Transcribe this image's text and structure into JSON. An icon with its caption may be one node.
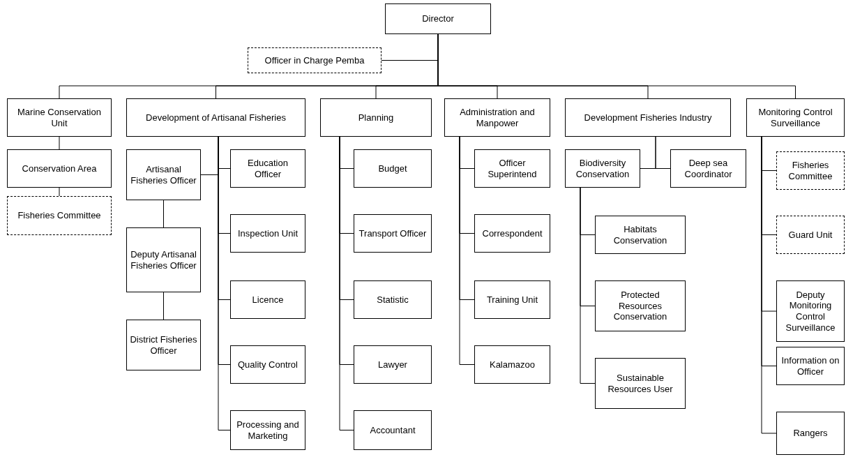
{
  "diagram": {
    "nodes": [
      {
        "text": [
          "Director"
        ]
      },
      {
        "text": [
          "Officer in Charge Pemba"
        ]
      },
      {
        "text": [
          "Marine Conservation Unit"
        ]
      },
      {
        "text": [
          "Development of Artisanal Fisheries"
        ]
      },
      {
        "text": [
          "Planning"
        ]
      },
      {
        "text": [
          "Administration and Manpower"
        ]
      },
      {
        "text": [
          "Development Fisheries Industry"
        ]
      },
      {
        "text": [
          "Monitoring Control Surveillance"
        ]
      },
      {
        "text": [
          "Conservation Area"
        ]
      },
      {
        "text": [
          "Fisheries Committee"
        ]
      },
      {
        "text": [
          "Artisanal Fisheries Officer"
        ]
      },
      {
        "text": [
          "Education Officer"
        ]
      },
      {
        "text": [
          "Deputy Artisanal Fisheries Officer"
        ]
      },
      {
        "text": [
          "District Fisheries Officer"
        ]
      },
      {
        "text": [
          "Inspection Unit"
        ]
      },
      {
        "text": [
          "Licence"
        ]
      },
      {
        "text": [
          "Quality Control"
        ]
      },
      {
        "text": [
          "Processing and Marketing"
        ]
      },
      {
        "text": [
          "Budget"
        ]
      },
      {
        "text": [
          "Transport Officer"
        ]
      },
      {
        "text": [
          "Statistic"
        ]
      },
      {
        "text": [
          "Lawyer"
        ]
      },
      {
        "text": [
          "Accountant"
        ]
      },
      {
        "text": [
          "Officer Superintend"
        ]
      },
      {
        "text": [
          "Correspondent"
        ]
      },
      {
        "text": [
          "Training Unit"
        ]
      },
      {
        "text": [
          "Kalamazoo"
        ]
      },
      {
        "text": [
          "Biodiversity Conservation"
        ]
      },
      {
        "text": [
          "Deep sea Coordinator"
        ]
      },
      {
        "text": [
          "Habitats Conservation"
        ]
      },
      {
        "text": [
          "Protected Resources Conservation"
        ]
      },
      {
        "text": [
          "Sustainable Resources User"
        ]
      },
      {
        "text": [
          "Fisheries Committee"
        ]
      },
      {
        "text": [
          "Guard Unit"
        ]
      },
      {
        "text": [
          "Deputy Monitoring Control Surveillance"
        ]
      },
      {
        "text": [
          "Information on Officer"
        ]
      },
      {
        "text": [
          "Rangers"
        ]
      }
    ],
    "edges": [
      {
        "from": 1,
        "to": 0,
        "arrow": "none"
      },
      {
        "from": 0,
        "to": 2,
        "arrow": "none"
      },
      {
        "from": 0,
        "to": 3,
        "arrow": "none"
      },
      {
        "from": 0,
        "to": 4,
        "arrow": "none"
      },
      {
        "from": 0,
        "to": 5,
        "arrow": "none"
      },
      {
        "from": 0,
        "to": 6,
        "arrow": "none"
      },
      {
        "from": 0,
        "to": 7,
        "arrow": "none"
      },
      {
        "from": 2,
        "to": 8,
        "arrow": "none"
      },
      {
        "from": 8,
        "to": 9,
        "arrow": "none"
      },
      {
        "from": 3,
        "to": 10,
        "arrow": "none"
      },
      {
        "from": 3,
        "to": 11,
        "arrow": "none"
      },
      {
        "from": 10,
        "to": 12,
        "arrow": "none"
      },
      {
        "from": 12,
        "to": 13,
        "arrow": "none"
      },
      {
        "from": 3,
        "to": 14,
        "arrow": "none"
      },
      {
        "from": 3,
        "to": 15,
        "arrow": "none"
      },
      {
        "from": 3,
        "to": 16,
        "arrow": "none"
      },
      {
        "from": 3,
        "to": 17,
        "arrow": "none"
      },
      {
        "from": 4,
        "to": 18,
        "arrow": "none"
      },
      {
        "from": 4,
        "to": 19,
        "arrow": "none"
      },
      {
        "from": 4,
        "to": 20,
        "arrow": "none"
      },
      {
        "from": 4,
        "to": 21,
        "arrow": "none"
      },
      {
        "from": 4,
        "to": 22,
        "arrow": "none"
      },
      {
        "from": 5,
        "to": 23,
        "arrow": "none"
      },
      {
        "from": 5,
        "to": 24,
        "arrow": "none"
      },
      {
        "from": 5,
        "to": 25,
        "arrow": "none"
      },
      {
        "from": 5,
        "to": 26,
        "arrow": "none"
      },
      {
        "from": 6,
        "to": 27,
        "arrow": "none"
      },
      {
        "from": 6,
        "to": 28,
        "arrow": "none"
      },
      {
        "from": 27,
        "to": 29,
        "arrow": "none"
      },
      {
        "from": 27,
        "to": 30,
        "arrow": "none"
      },
      {
        "from": 27,
        "to": 31,
        "arrow": "none"
      },
      {
        "from": 7,
        "to": 32,
        "arrow": "none"
      },
      {
        "from": 7,
        "to": 33,
        "arrow": "none"
      },
      {
        "from": 7,
        "to": 34,
        "arrow": "none"
      },
      {
        "from": 7,
        "to": 35,
        "arrow": "none"
      },
      {
        "from": 7,
        "to": 36,
        "arrow": "none"
      }
    ]
  }
}
